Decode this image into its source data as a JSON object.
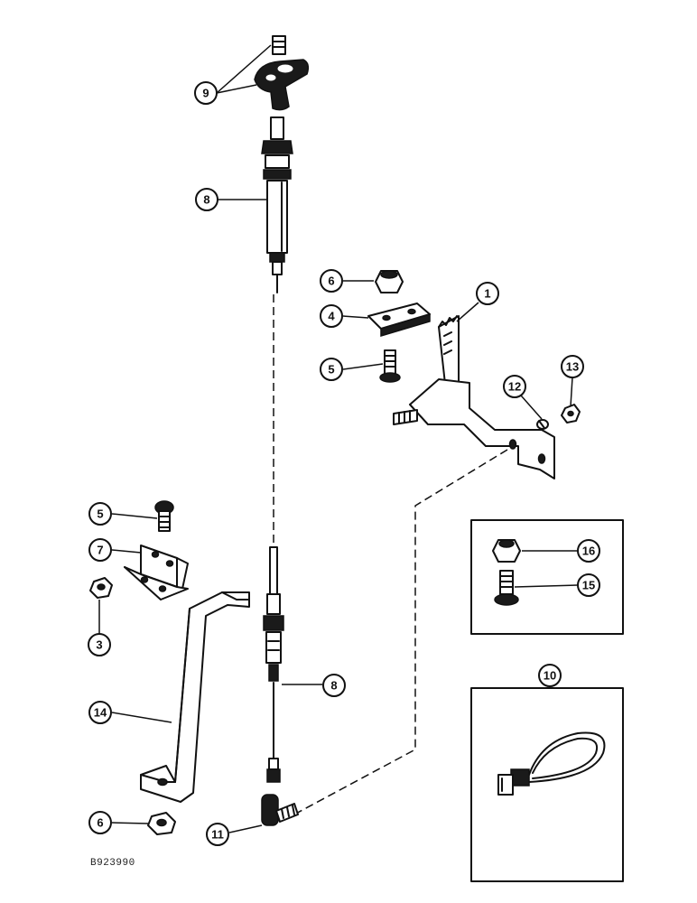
{
  "diagram": {
    "reference_code": "B923990",
    "callouts": [
      "1",
      "3",
      "4",
      "5",
      "5",
      "6",
      "6",
      "6",
      "7",
      "8",
      "8",
      "9",
      "10",
      "11",
      "12",
      "13",
      "14",
      "15",
      "16"
    ],
    "inset_title": "10"
  }
}
